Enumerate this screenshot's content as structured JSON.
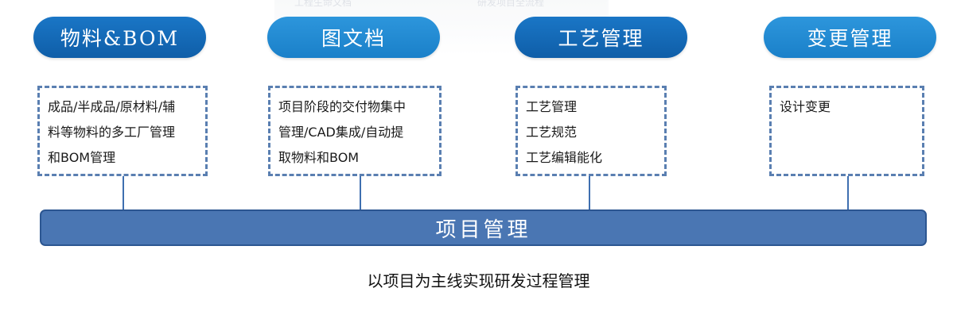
{
  "background_fragments": [
    "工程生命文档",
    "研发项目全流程"
  ],
  "colors": {
    "pill_dark": "#0f5ea8",
    "pill_light": "#1a80c9",
    "box_border": "#5a7fb1",
    "connector": "#3f6fb0",
    "bar_fill": "#4a76b3",
    "bar_border": "#2c5691"
  },
  "modules": [
    {
      "title": "物料&BOM",
      "lines": [
        "成品/半成品/原材料/辅",
        "料等物料的多工厂管理",
        "和BOM管理"
      ]
    },
    {
      "title": "图文档",
      "lines": [
        "项目阶段的交付物集中",
        "管理/CAD集成/自动提",
        "取物料和BOM"
      ]
    },
    {
      "title": "工艺管理",
      "lines": [
        "工艺管理",
        "工艺规范",
        "工艺编辑能化"
      ]
    },
    {
      "title": "变更管理",
      "lines": [
        "设计变更"
      ]
    }
  ],
  "base_bar": "项目管理",
  "caption": "以项目为主线实现研发过程管理"
}
